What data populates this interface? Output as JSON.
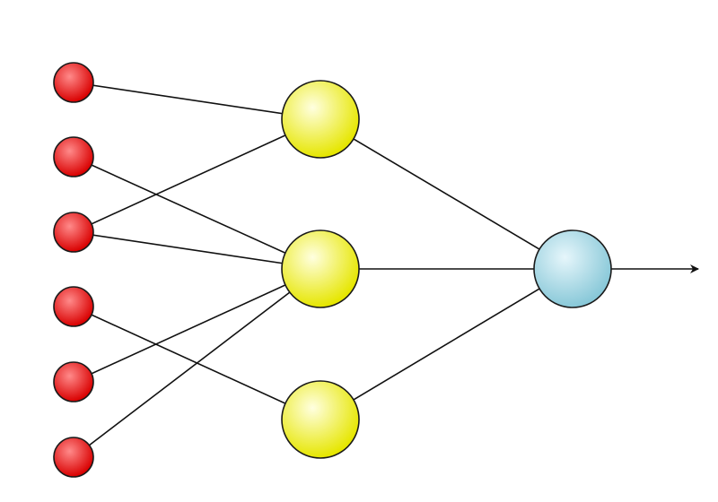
{
  "colors": {
    "input_fill_center": "#ff8a8a",
    "input_fill_edge": "#d90000",
    "hidden_fill_center": "#ffffe0",
    "hidden_fill_edge": "#e6e600",
    "output_fill_center": "#e6f6fb",
    "output_fill_edge": "#88c8d8",
    "edge_color": "#111111"
  },
  "network": {
    "layers": [
      {
        "name": "input",
        "count": 6
      },
      {
        "name": "hidden",
        "count": 3
      },
      {
        "name": "output",
        "count": 1
      }
    ],
    "connections": [
      {
        "from": "input-1",
        "to": "hidden-1"
      },
      {
        "from": "input-2",
        "to": "hidden-2"
      },
      {
        "from": "input-3",
        "to": "hidden-1"
      },
      {
        "from": "input-3",
        "to": "hidden-2"
      },
      {
        "from": "input-4",
        "to": "hidden-3"
      },
      {
        "from": "input-5",
        "to": "hidden-2"
      },
      {
        "from": "input-6",
        "to": "hidden-2"
      },
      {
        "from": "hidden-1",
        "to": "output-1"
      },
      {
        "from": "hidden-2",
        "to": "output-1"
      },
      {
        "from": "hidden-3",
        "to": "output-1"
      }
    ],
    "output_arrow": true
  }
}
